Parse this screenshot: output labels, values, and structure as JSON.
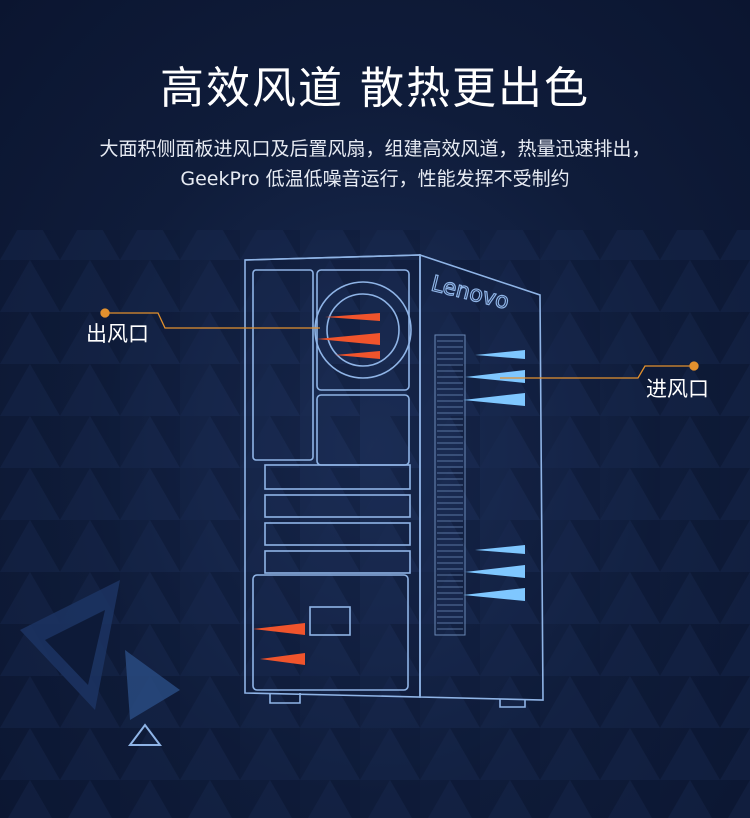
{
  "heading": {
    "title": "高效风道 散热更出色",
    "line1": "大面积侧面板进风口及后置风扇，组建高效风道，热量迅速排出，",
    "line2": "GeekPro 低温低噪音运行，性能发挥不受制约"
  },
  "callouts": {
    "outlet": "出风口",
    "inlet": "进风口"
  },
  "product": {
    "brand_logo": "Lenovo"
  },
  "colors": {
    "background": "#0e1a36",
    "line": "#8fb4e6",
    "hot_arrow": "#f0542c",
    "cool_arrow": "#7fc7ff",
    "leader": "#e3912e"
  }
}
